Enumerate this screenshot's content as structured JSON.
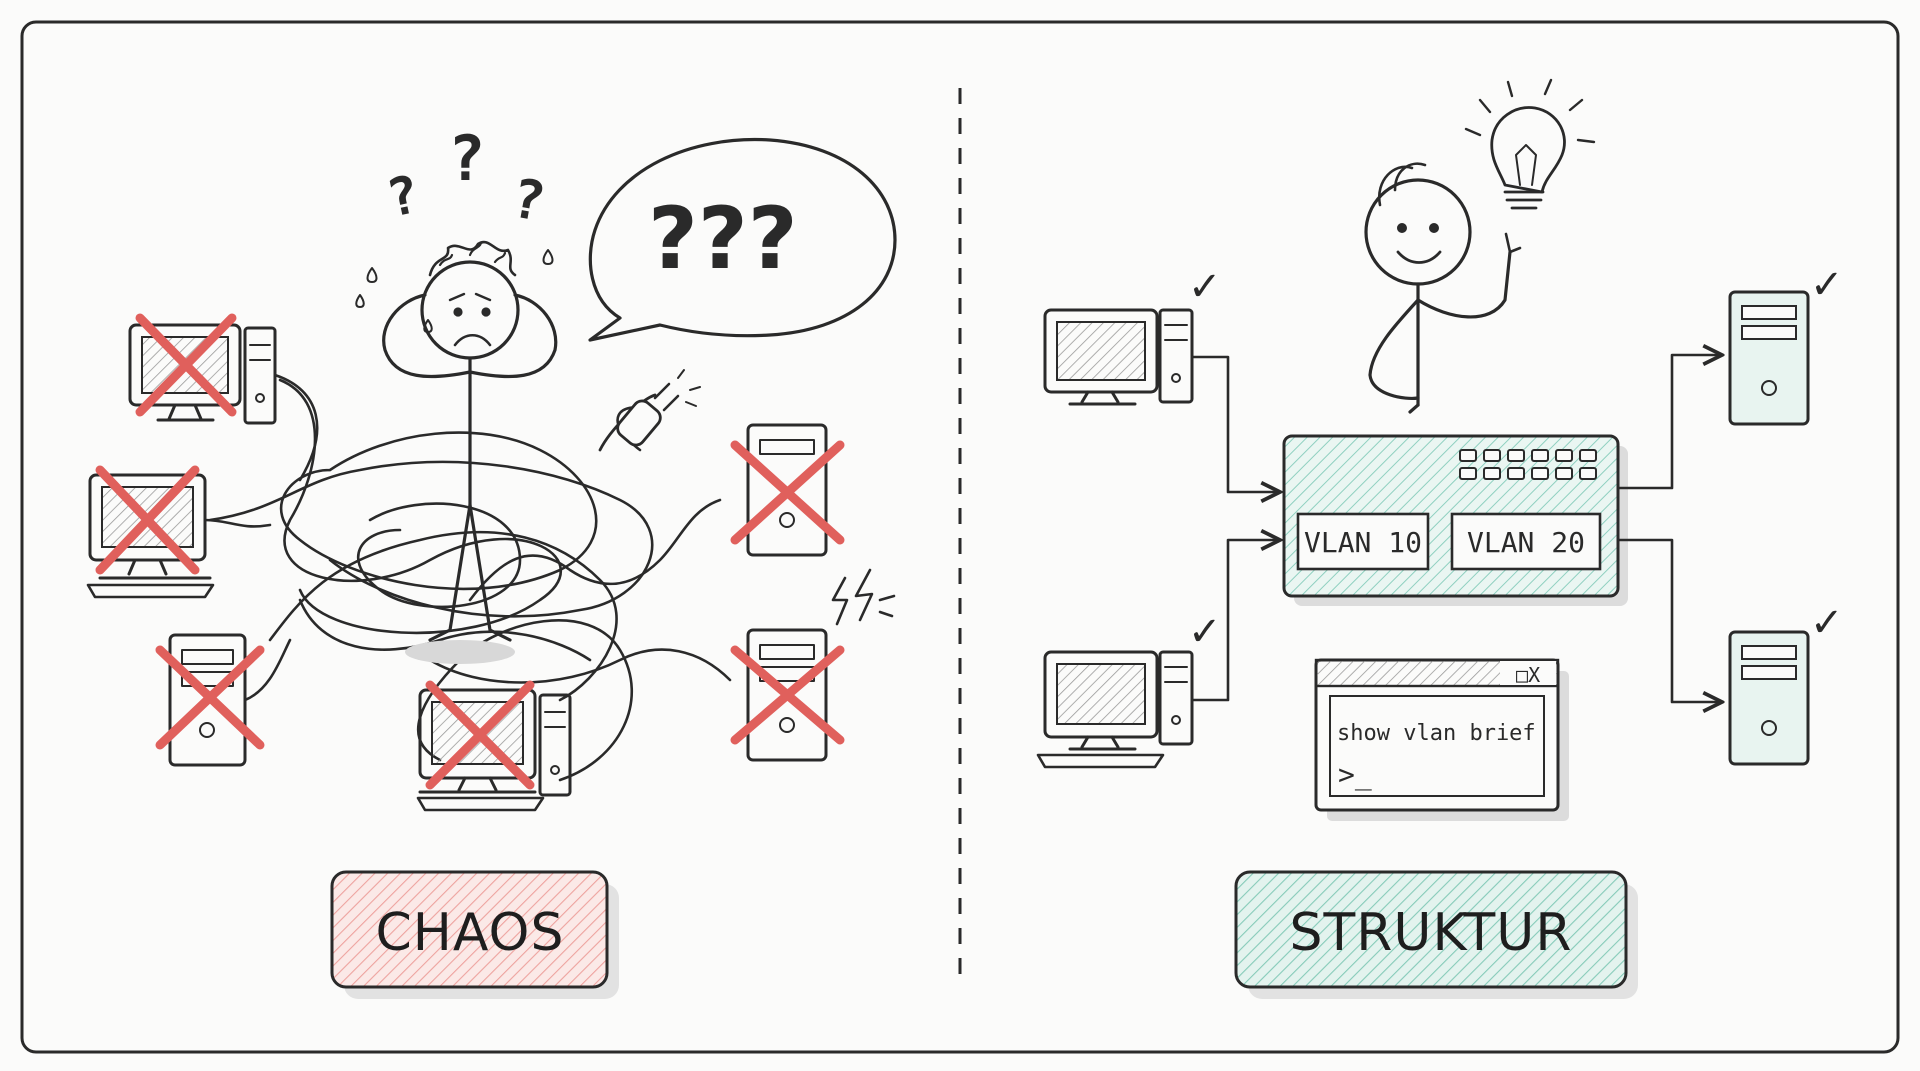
{
  "colors": {
    "ink": "#2a2a2a",
    "background": "#fbfbfa",
    "chaos_red": "#e0605c",
    "chaos_fill": "#f8d9d6",
    "structure_green": "#5cb8a2",
    "structure_fill": "#dff1ec",
    "device_fill": "#e7e7e7"
  },
  "chaos": {
    "speech_bubble": "???",
    "question_marks": [
      "?",
      "?",
      "?"
    ],
    "label": "CHAOS"
  },
  "structure": {
    "switch": {
      "vlans": [
        "VLAN 10",
        "VLAN 20"
      ]
    },
    "terminal": {
      "window_controls": "_□X",
      "command": "show vlan brief",
      "prompt": ">_"
    },
    "checkmark": "✓",
    "label": "STRUKTUR"
  },
  "icons": [
    "question-mark-icon",
    "lightbulb-icon",
    "power-plug-icon",
    "lightning-icon",
    "checkmark-icon",
    "cross-icon"
  ]
}
